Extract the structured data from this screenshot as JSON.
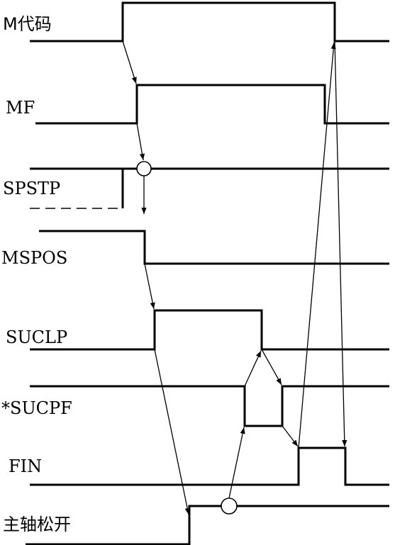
{
  "signals": [
    {
      "id": "m-code",
      "label": "M代码"
    },
    {
      "id": "mf",
      "label": "MF"
    },
    {
      "id": "spstp",
      "label": "SPSTP"
    },
    {
      "id": "mspos",
      "label": "MSPOS"
    },
    {
      "id": "suclp",
      "label": "SUCLP"
    },
    {
      "id": "sucpf",
      "label": "*SUCPF"
    },
    {
      "id": "fin",
      "label": "FIN"
    },
    {
      "id": "spindle-release",
      "label": "主轴松开"
    }
  ],
  "colors": {
    "line": "#000000",
    "background": "#ffffff"
  }
}
